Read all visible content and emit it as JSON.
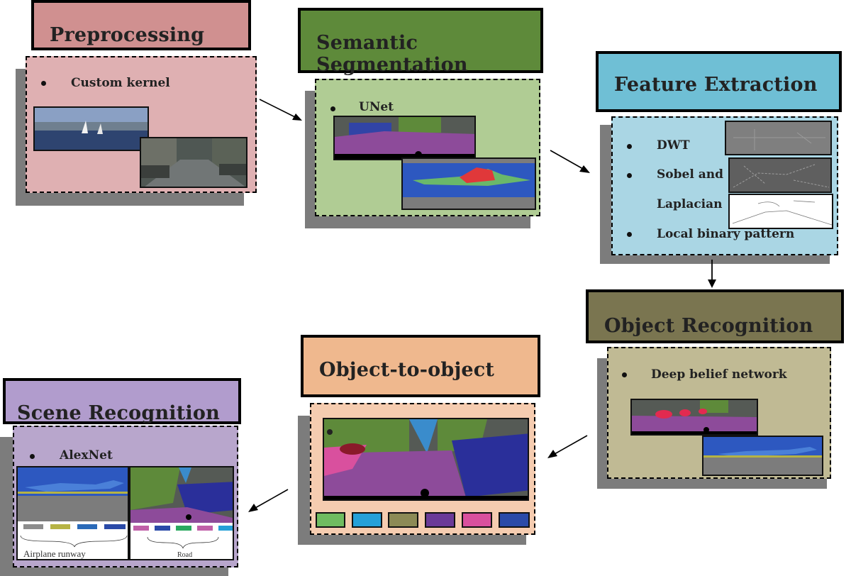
{
  "stages": {
    "preprocessing": {
      "title": "Preprocessing",
      "items": [
        "Custom kernel"
      ]
    },
    "semantic_segmentation": {
      "title": "Semantic Segmentation",
      "items": [
        "UNet"
      ]
    },
    "feature_extraction": {
      "title": "Feature Extraction",
      "items": [
        "DWT",
        "Sobel and",
        "Laplacian",
        "Local binary pattern"
      ]
    },
    "object_recognition": {
      "title": "Object Recognition",
      "items": [
        "Deep belief network"
      ]
    },
    "object_to_object": {
      "title": "Object-to-object",
      "items": []
    },
    "scene_recognition": {
      "title": "Scene Recognition",
      "items": [
        "AlexNet"
      ],
      "labels": [
        "Airplane runway",
        "Road"
      ]
    }
  },
  "colors": {
    "preprocessing": "#d09090",
    "segmentation": "#5e8a3a",
    "features": "#6fbfd5",
    "object_recognition": "#7a7550",
    "object_to_object": "#efb88e",
    "scene": "#b19ccd",
    "swatches": [
      "#6fbc60",
      "#26a0d8",
      "#8c8a56",
      "#6a3a98",
      "#d9509e",
      "#2a4aa8"
    ]
  },
  "arrows": [
    "preprocessing->semantic_segmentation",
    "semantic_segmentation->feature_extraction",
    "feature_extraction->object_recognition",
    "object_recognition->object_to_object",
    "object_to_object->scene_recognition"
  ]
}
